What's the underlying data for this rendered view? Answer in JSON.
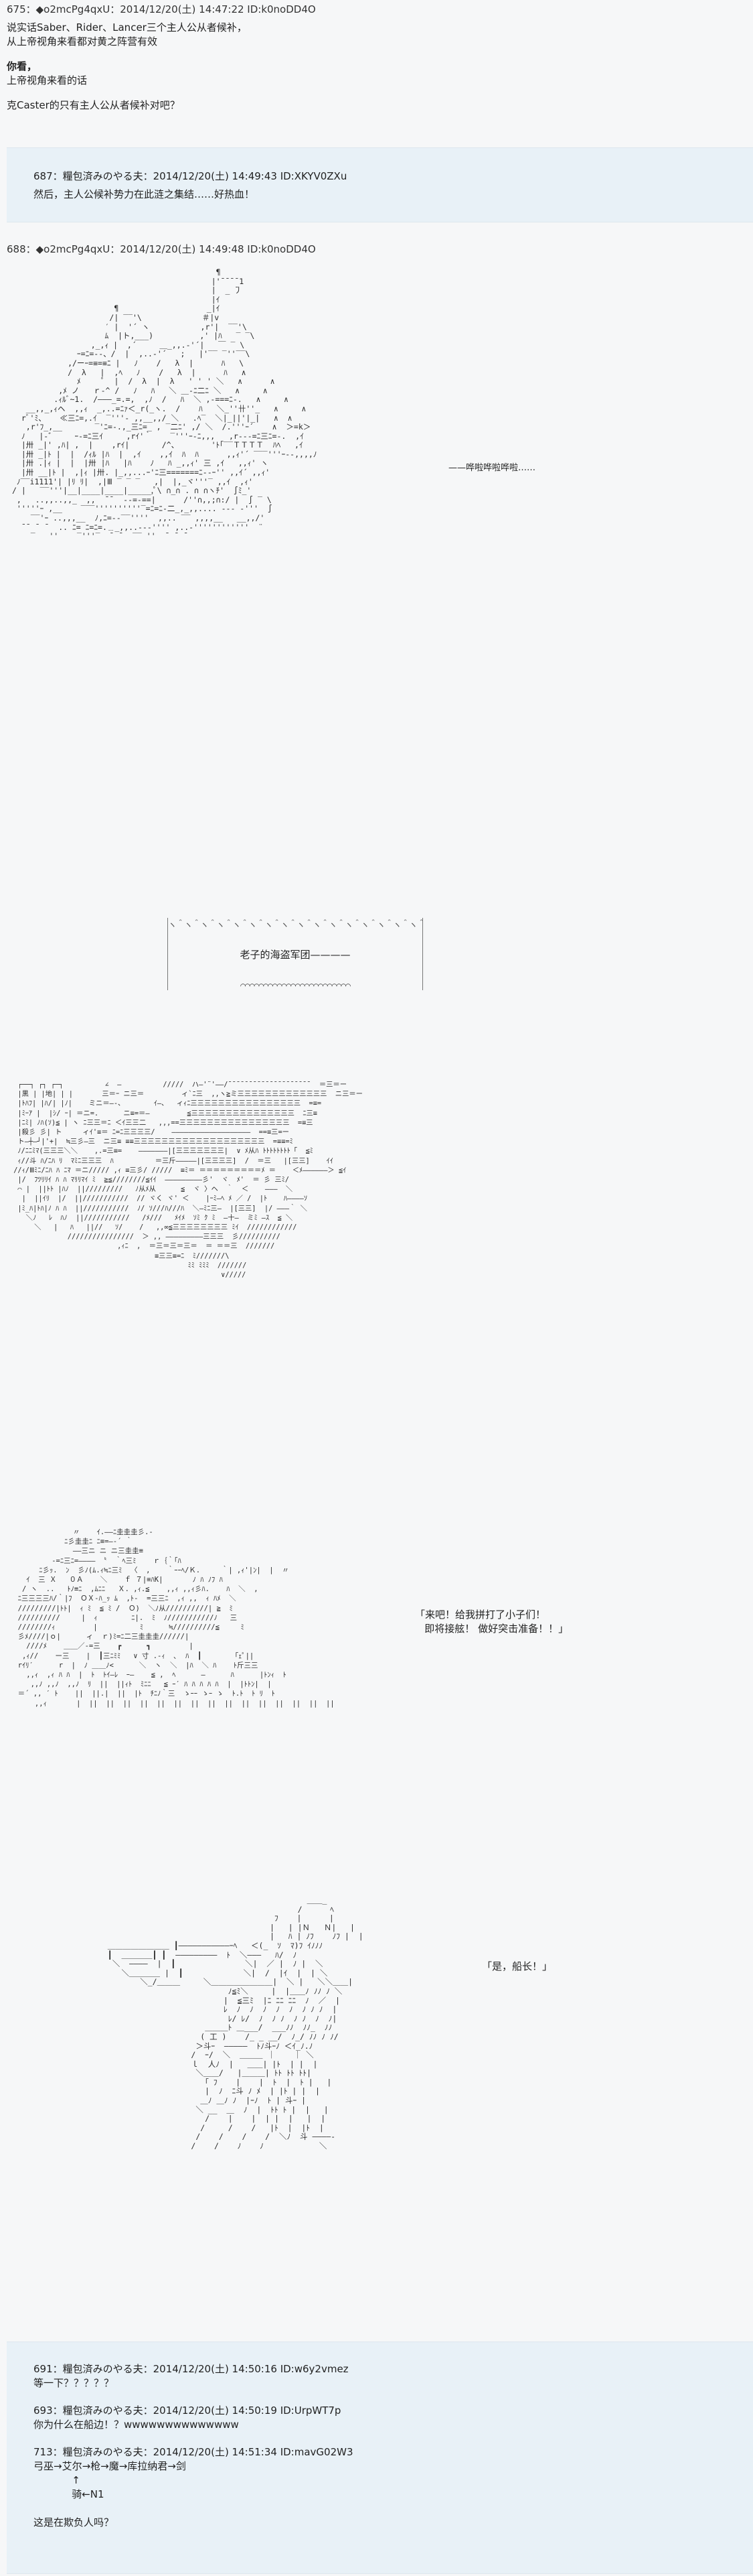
{
  "post675": {
    "header": "675：◆o2mcPg4qxU：2014/12/20(土) 14:47:22 ID:k0noDD4O",
    "lines": [
      "说实话Saber、Rider、Lancer三个主人公从者候补，",
      "从上帝视角来看都对黄之阵营有效",
      "",
      "你看，",
      "上帝视角来看的话",
      "",
      "克Caster的只有主人公从者候补对吧？"
    ]
  },
  "quote687": {
    "header": "687：糧包済みのやる夫：2014/12/20(土) 14:49:43 ID:XKYV0ZXu",
    "text": "然后，主人公候补势力在此涟之集结……好热血！"
  },
  "post688": {
    "header": "688：◆o2mcPg4qxU：2014/12/20(土) 14:49:48 ID:k0noDD4O"
  },
  "ship_sfx": "——哗啦哗啦哗啦……",
  "caption": "老子的海盗军团————",
  "speech1": "「来吧！给我拼打了小子们！\n   即将接舷！ 做好突击准备！！」",
  "speech2": "「是，船长！」",
  "quotes_bottom": [
    {
      "header": "691：糧包済みのやる夫：2014/12/20(土) 14:50:16 ID:w6y2vmez",
      "text": "等一下？？？？？"
    },
    {
      "header": "693：糧包済みのやる夫：2014/12/20(土) 14:50:19 ID:UrpWT7p",
      "text": "你为什么在船边！？wwwwwwwwwwwwww"
    },
    {
      "header": "713：糧包済みのやる夫：2014/12/20(土) 14:51:34 ID:mavG02W3",
      "text": "弓巫→艾尔→枪→魔→库拉纳君→剑\n            ↑\n            骑←N1\n\n这是在欺负人吗？"
    }
  ],
  "aa": {
    "ship": "                                            ¶\n                                           |'¯¯¯¯1\n                                           |  _ ̄丿\n                                           |ｲ\n                      ¶                   _|ｲ\n                     /| ‾‾'\\             ＃|v\n                    ′ |  '´ ヽ           ,r'|  ‾‾'\\\n                    ﾑ  |ト,___)          ,' |ﾊ   ‾ ‾\\\n                 ,_,ｨ |  ,´     ＿_,,.-'´|   ￣ ‾ \\\n              ｰ=ﾆ=--、/  |  ,..-'´   ;   |'‾‾ ‾''‾‾\\\n            ,/ーｰ=≡=≡ﾆ |   ﾉ    /   λ  |      ﾊ   \\\n            /  λ   |  ,ﾍ   ﾉ    /   λ  |      ﾊ   ∧\n              ﾒ     ﾟ  |  /  λ  |  λ   ' ' ' ＼   ∧      ∧\n          ,ﾒ ノ   ｒ-^ /   ﾉ   ﾊ   ＼ ＿-ﾆ二ﾆ ＼   ∧     ∧\n         .ｨﾙﾞ~1.  /―――_=.=,  ,ﾉ  /   ﾊ  ＼ ,-===ﾆ-.   ∧     ∧\n   __,,_,ｨヘ  ,,ｨ  _,..=ﾆｧ＜_r(_ヽ.  /    ﾊ   ＼_''卄''_   ∧     ∧\n  rﾞ'ﾐ、   ≪三ﾆ=,.ｲ  ‾'''- ,,__,,/ ＼   .ﾍ‾  ＼|_||'|_|   ∧  ∧\n   ,r'ﾌ_,__       ‾'ﾆ=-.,_三ﾆ=_ , ‾二ﾆ' ,/ ＼  /.'''ｰ´    ∧  ＞=k＞\n  ﾉ   |-゛    ｰ-=ﾆ三ｲ     ,rｲ'｀    ‾'''ｰ-ﾆ,,,   ,r---=ﾆ三ﾆ=-.  ,ｲ\n  |卅 _|' ,ﾊ| ,  |    ,rｲ|       /^、       'ﾄ｢‾‾ＴＴＴＴ  ﾊﾍ   ,ｲ\n  |卅 _|ﾄ |  |  /ｨﾙ |ﾊ  |  ,ｲ    ,,ｲ  ﾊ  ﾊ      ,,ｨ'´ ‾‾‾'''ｰ--,,,,ﾉ\n  |卅 .|ｨ |  |  |卅 |ﾊ   |ﾊ    ﾉ   ﾊ _,,ｨ' 三 ,ｲ   ,,ｨ' ヽ\n  |卅 __|ﾄ |  ,|ｨ |卅. |_,,...ｰ'ﾆ三=======ﾆ--ｰ'' ,,ｲ´ ,,ｨ'\n ﾉ‾‾i1111'| |ﾘ ﾘ|  ,|Ⅲ ‾ ‾ ‾   ,|  |,_ヾ'''‾ ,,ｲ  ,ｨ'\n/ |   ‾‾'''|__|____|____|_____,ﾟ\\ ∩_∩ . ∩ ∩ヽﾁ'  ∫ﾐ_'\n ,   ..,,..,,_  ,,  ¯¯  --=-==|      /''∩,,;∩:/ |  ∫ ‾ \\\n '''''ｰ ,__    ‾‾‾''''''''''‾=ﾆ=ﾆ-二_,_,,.... --- -'''  ∫\n    ‾‾'ｰ ..,,,__  ﾉ,ﾆ=--‾‾''''  ,,.. ‾‾ ,,,,__   __,,/'\n  ¯¯ ¯ ¯  .. ﾆ= ﾆ=ﾆ=.﹍_,,..---'''' ,..-''''''''''''  ¨\n    ‾   ''    ‾'''‾  ¯ ¯  ‾‾ ''  ¯ ¯ ¯",
    "kanji": "  ┌──┐ ┌┐ ┌─┐          ∠  ―          /////  ハ―'¨'――/¯¯¯¯¯¯¯¯¯¯¯¯¯¯¯¯¯¯¯¯  ＝三＝ー\n  |黒 | |地| | |       三＝ｰ ニ三＝         ィ`ﾆ三  ,,ヽ≧ミ三三三三三三三三三三三三三  ニ三＝ー\n  |ﾄﾊﾌ| |ﾊ/| |ﾉ|    ミニ＝―-、       ｲ―、  ィｨﾆ三三三三三三三三三三三三三三三三  =≡=\n  |ﾐｰｱ |  |ｼ/ ｰ| ＝ニ=.      ニ≡=＝―         ≦三三三三三三三三三三三三三三三  ﾆ三≡\n  |ﾆﾐ| ﾉﾊ(ｿ)≦ | ヽ ﾆ三三＝ﾆ ＜ｲ三三二   ,,,==三三三三三三三三三三三三三三三三  =≡三\n  |殺彡 彡| ト     ィｲ'≡＝ ﾆ=ﾆ三三三三/    ―――――――――――――――――――  ==≡三=ー\n  ト―┼―┘|'+|  ≒三彡―三  ニ三≡ ≡≡三三三三三三三三三三三三三三三三三三三  =≡≡=ﾐ\n  ﾉ/ﾆﾆﾐﾏ(三三三＼＼    ,.=三≡=    ―――――――|[三三三三三三三|  ∨ ﾒ从ﾊ ﾄﾄﾄﾄﾄﾄﾄﾄ「  ≦ﾐ\n  ｨ//斗 ﾊ/ﾆﾊ ﾘ  ﾏﾐﾆ三三三  ﾊ          ＝三斤―――――|[三三三三]  /  ＝三   |[三三]    ｲｲ\n //ｨ/Ⅲﾐﾆ/ﾆﾊ ﾊ ﾆﾏ ＝ニ///// ,ｨ ≡三彡/ /////  ≡ﾐ＝ ＝＝＝＝＝＝＝＝＝ﾒ ＝    ＜ﾒ――――――＞ ≦ｲ\n  |/  ﾌﾂﾘﾘｲ ﾊ ﾊ ﾏﾘﾘﾏｲ ﾐ  ≧≦////////≦ｲｲ  ―――――――――彡'  ヾ  ﾒ'  ＝ 彡 三ﾐ/\n  ⌒ |  ||ﾄﾄ |ﾊﾉ  ||/////////   ﾉ从ﾒ从      ≦  ヾ 〉ヘ  ｀  ＜    ―――  ＼\n   |  ||ｲﾘ  |/  ||///////////  // ヾく ヾ' ＜    |ｰﾐ―ﾍ ﾒ ／ /  |ﾄ    ﾊ――――ｿ\n  |ﾐ_ﾊ|ﾄﾊ|ﾉ ﾊ ﾊ  ||///////////  ﾉ/ ｿ///ﾊ///ﾊ  ＼―ﾐﾆ三―  |[三三]  |/ ―――｀ ＼\n    ＼ﾉ   ﾚ  ﾊﾉ  ||///////////   /ﾒ///   ﾒｲﾒ  ｿﾐ ｸ ﾐ  ―十―  ミﾐ ―ｽ  ≦ ＼\n      ＼   |   ﾊ   ||//   ｿ/    /   ,,∞≦三三三三三三三三 ﾐｲ  ////////////\n              ////////////////  ＞ ,, ―――――――――三三三  彡//////////\n                          ,ｨﾆ  ,  ＝三＝三＝三＝  ＝ ＝＝三  ///////\n                                   ≡三三≡=ﾆ  ﾐ///////\\\n                                           ﾐﾐ ﾐﾐﾐ  ///////\n                                                   ∨/////",
    "crew": "               〃    ｲ.――ﾆ圭圭圭彡.‐\n             ﾆ彡圭圭ﾆ ﾆ≡=―‐´ ｀\n               ――三ニ ニ ニ三圭圭≡\n          ‐=ﾆ三ﾆ=―――― 〝  ｀ﾍ三ﾐ    ｒ｛｀｢ﾊ\n       ﾆ彡ｯ.  ﾝ  彡ﾉ(ﾑ.ｨ≒ﾆ三ﾐ  〈  ,    ｀ｰｰﾍ/Ｋ.     ｀| ,ｨ'|ﾝ|  |  〃\n    ｲ  三 Ｘ   ０Ａ    ＼    ｆ ７|≡ﾊK|       ﾉ ﾊ ﾉﾌ ﾊ\n   / ヽ  ..   ﾄﾉ≡ﾆ  ,ﾑﾆﾆ   Ｘ. ,ｨ.≦    ,,ｨ ,,ｨ彡ﾊ.    ﾊ  ＼  ,\n  ﾆ三三三三ﾊ/｀|ﾌ  ＯＸ-ﾊ_ｯ ﾑ  ,ﾄ‐  =三三ﾆ  ,ｨ ,,  ｨ ﾊﾒ  ＼\n  /////////|ﾄﾄ|  ｨ ﾐ  ≦ ﾐ /  Ｏ)  ＼ﾉ从//////////| ≧  ﾐ\n  //////////     |  ｨ        ﾆ|.  ﾐ  ﾉ///////////ﾉ   三\n  ////////ｨ         |          ﾐ      ≒//////////≦     ﾐ\n  彡ﾒ////|ｏ|      ィ  ｒ)ﾐ=ﾆ二三圭圭圭//////|\n    ////ﾒ    ＿＿／‐=三    ┏      ┓         |\n   ,ｨ//    ー三    |  ┃三ﾆﾐﾐ   ∨ 寸 .‐ｨ  ､  ﾊ  ┃       「ｪﾟ||\n  rｲﾘ′      r  |  ﾉ ＿＿ﾉ<      ＼  ヽ  ＼  |ﾊ  ＼ ﾊ    ﾄ斤三三\n    ,,ｨ  ,ｨ ﾊ ﾊ  |  ﾄ  ﾄｲ―ﾚ  ｰ―    ≦ ,  ﾍ      ―      ﾊ      |ﾄﾝｨ  ﾄ\n     ,,ﾉ ,,ﾉ  ,,ﾉ  ﾘ  ||  ||ｨﾄ  ﾐﾆﾆ   ≦ ｰ′ ﾊ ﾊ ﾊ ﾊ ﾊ  |  |ﾄﾄﾝ|  |\n  ＝´ ,, ′ ﾄ    ||  ||.|  ||  |ﾄ  ﾁﾆﾉ｀三  ゝｰｰ ゝｰ ゝ  ﾄ.ﾄ  ﾄ ﾘ  ﾄ\n      ,,ｨ       |  ||  ||  ||  ||  ||  ||  ||  ||  ||  ||  ||  ||  ||  ||  ||",
    "pirate": "                                              ＿＿_\n                                            /      ﾍ\n                                       ﾌ    |      |\n                                      |   | |Ｎ   Ｎ|   |\n                                      |   ﾊ | ﾉﾌ    ﾉﾌ |  |\n   ＿＿＿＿＿＿＿＿ ┃―――――――――――ｰﾍ   ＜(_  ｿ  ﾏ)ﾌ ｲﾉﾉﾉ\n   ┃  ＿＿＿＿┃ ┃  ―――――――――  ﾄ  ＼―――   ﾊ/  ﾉ\n    ＼  ――――  |  ┃               ＼|  ／ |  ﾉ |  ＼\n      ＼＿＿＿＿ |  ┃             ＼|  /  |ｲ  |  | ＼\n          ＼_/＿＿＿     ＼＿＿＿＿＿＿＿＿|  ＼ |   ＼＼＿＿|\n                             ﾉ≦ﾐ＼     |  |＿＿ﾉ ﾉﾉ ﾉ ＼\n                            |  ≦三ﾐ  |ﾆ ﾆﾆ ﾆﾆ  ﾉ  ／  |\n                            ﾚ  ﾉ  ﾉ  ﾉ  ﾉ  ﾉ  ﾉ ﾉ ﾉ  |\n                             ﾚ/ ﾚ/  ﾉ  ﾉ ﾉ  ﾉ ﾉ  ﾉ  ﾉ|\n                        ＿＿＿ﾄ ＿___/  ___ﾉﾉ  ﾉﾉ_  ﾉﾉ\n                       ( 工 )    /_ _ __/  ﾉ_/ ﾉﾉ ﾉ ﾉ/\n                      ＞斗ｰ  ―――――  ﾄﾉ斗ｰﾉ ＜ｲ_ﾉ.ﾉ\n                     /  ｰ/  ＼  ＿＿＿ ｜    ｜ ＼\n                     ｌ  人ﾉ  |   ＿＿| |ﾄ  | |  |\n                      ＼＿＿/   |＿＿＿| ﾄﾄ ﾄﾄ ﾄﾄ|\n                        ｢ ﾌ    |    |  ﾄ  |  ﾄ |   |\n                        |  ﾉ  ﾆ斗 ﾉ ﾒ  | |ﾄ | |  |\n                       ＿ﾉ ＿ﾉ ﾉ  |ｰﾉ  ﾄ | 斗ｰ |\n                      ＼ __  ＿  ﾉ  |  ﾄﾄ ﾄ |  |   |\n                        /    |    |  | |  |   |  |\n                       /     /    /   |ﾄ  |  |ﾄ  |\n                      /    /    /    /  ＼ﾉ  斗 ――――-\n                     /    /    ﾉ    ﾉ            ＼"
  }
}
